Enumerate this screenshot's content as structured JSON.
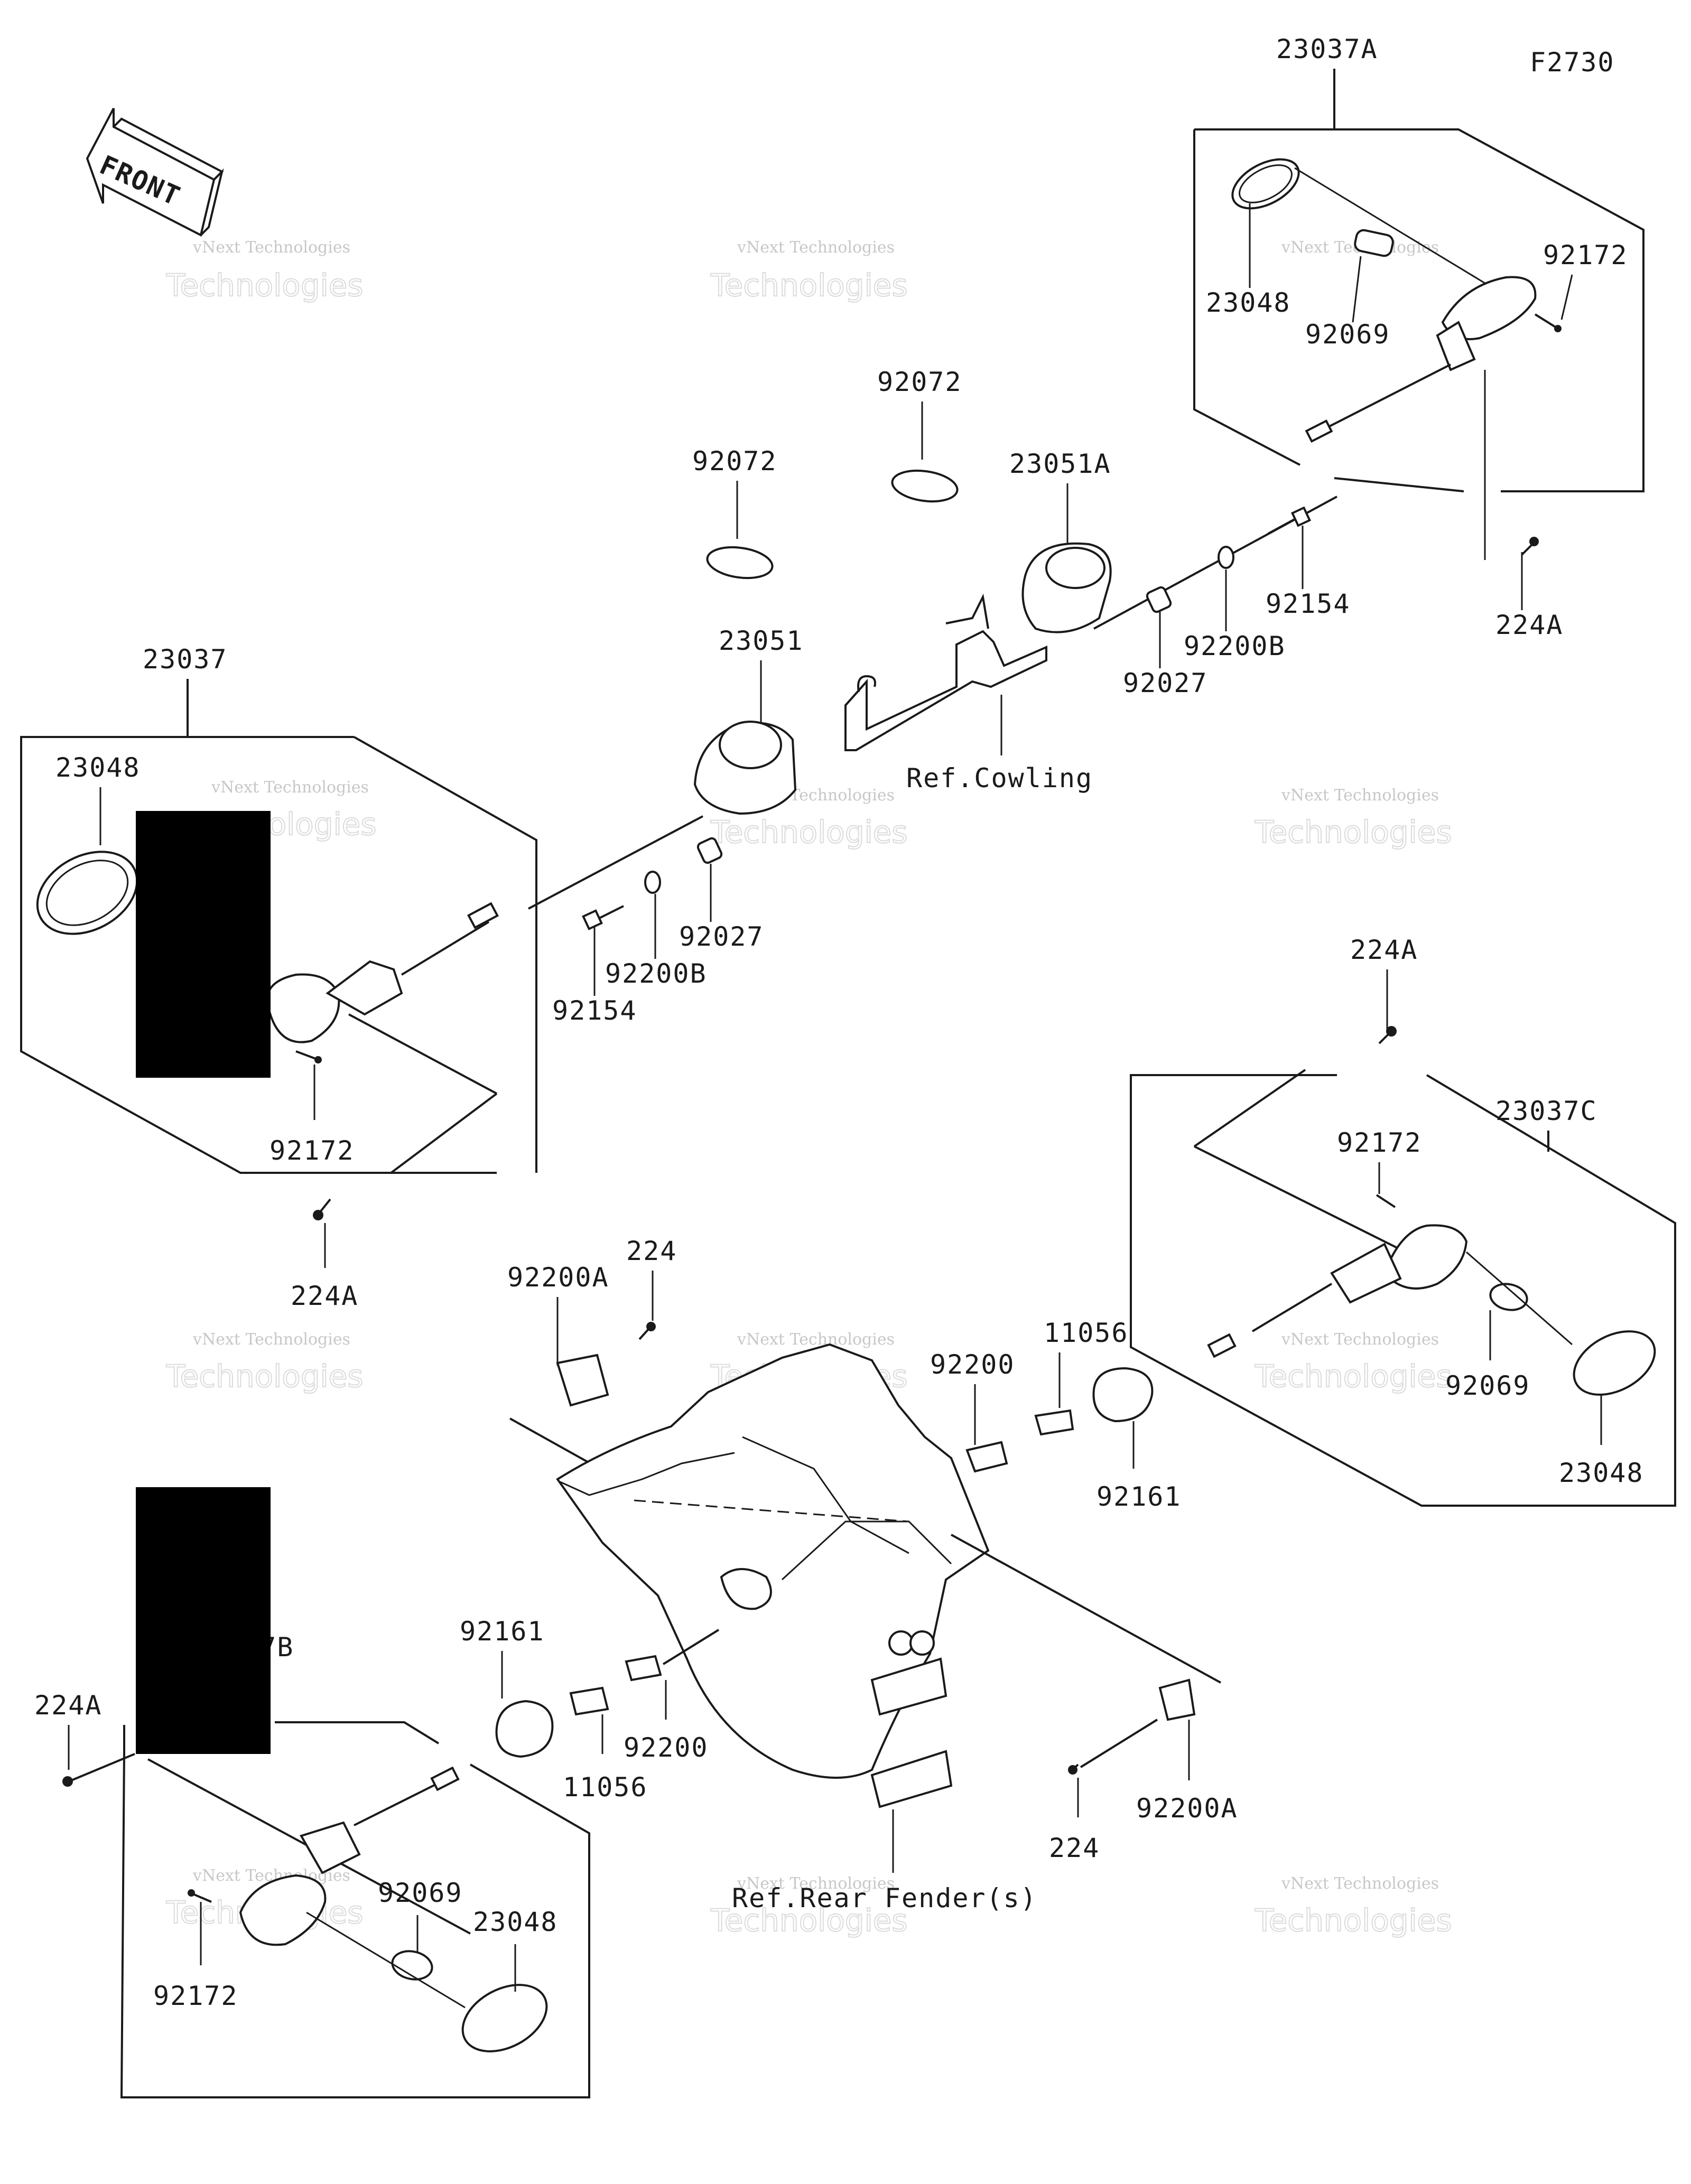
{
  "diagram_code": "F2730",
  "front_label": "FRONT",
  "watermark": {
    "line1": "vNext Technologies",
    "line2": "Technologies"
  },
  "part_labels": {
    "p23037A": "23037A",
    "p23048_tr": "23048",
    "p92069_tr": "92069",
    "p92172_tr": "92172",
    "p224A_tr": "224A",
    "p92072_a": "92072",
    "p92072_b": "92072",
    "p23051A": "23051A",
    "p92154_r": "92154",
    "p92200B_r": "92200B",
    "p92027_r": "92027",
    "p23051": "23051",
    "p23037": "23037",
    "p23048_l": "23048",
    "p92027_l": "92027",
    "p92200B_l": "92200B",
    "p92154_l": "92154",
    "p92172_l": "92172",
    "p224A_l": "224A",
    "p224A_mr": "224A",
    "p23037C": "23037C",
    "p92172_mr": "92172",
    "p92069_mr": "92069",
    "p23048_mr": "23048",
    "p11056_r": "11056",
    "p92161_r": "92161",
    "p92200_r": "92200",
    "p92200A_top": "92200A",
    "p224_top": "224",
    "p92161_l": "92161",
    "p11056_l": "11056",
    "p92200_l": "92200",
    "p224A_bl": "224A",
    "p23037B_partial": "37B",
    "p92069_bl": "92069",
    "p23048_bl": "23048",
    "p92172_bl": "92172",
    "p224_bot": "224",
    "p92200A_bot": "92200A"
  },
  "references": {
    "cowling": "Ref.Cowling",
    "rear_fender": "Ref.Rear Fender(s)"
  }
}
